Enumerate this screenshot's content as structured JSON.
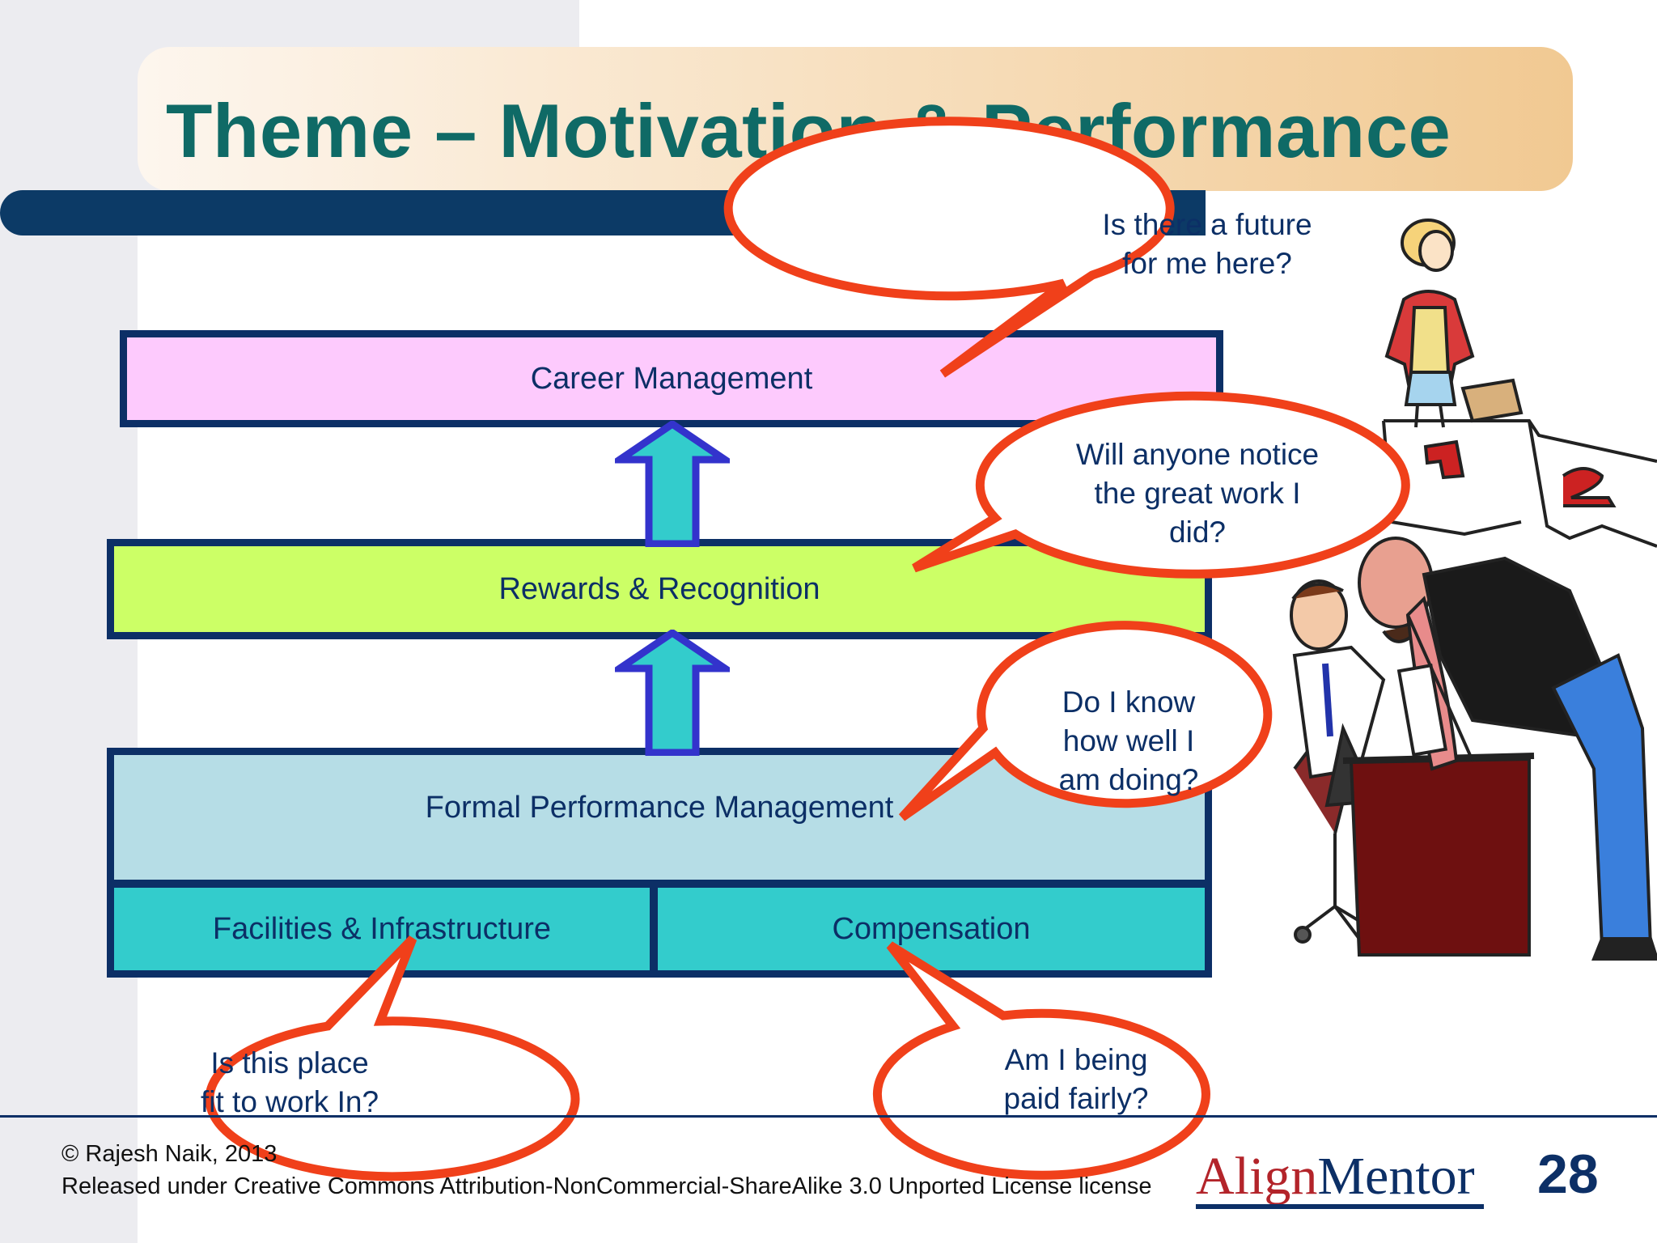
{
  "slide": {
    "title": "Theme – Motivation & Performance",
    "page_number": "28"
  },
  "layers": {
    "career": "Career Management",
    "rewards": "Rewards & Recognition",
    "formal": "Formal Performance Management",
    "facilities": "Facilities & Infrastructure",
    "compensation": "Compensation"
  },
  "bubbles": {
    "future": [
      "Is there a future",
      "for me here?"
    ],
    "notice": [
      "Will anyone notice",
      "the great work I",
      "did?"
    ],
    "doing": [
      "Do I know",
      "how well I",
      "am doing?"
    ],
    "place": [
      "Is this place",
      "fit to work In?"
    ],
    "paid": [
      "Am I being",
      "paid fairly?"
    ]
  },
  "footer": {
    "copyright": "© Rajesh Naik, 2013",
    "license": "Released under Creative Commons Attribution-NonCommercial-ShareAlike 3.0 Unported License license",
    "logo_part1": "Align",
    "logo_part2": "Mentor"
  },
  "colors": {
    "title_text": "#0f6a66",
    "navy": "#0c2f66",
    "bubble_outline": "#f0401a",
    "career_fill": "#fdcafd",
    "rewards_fill": "#ccff66",
    "formal_fill": "#b6dde6",
    "base_fill": "#33cccc",
    "arrow_fill": "#33cccc",
    "arrow_outline": "#3333cc"
  },
  "icons": [
    "up-arrow-icon",
    "podium-woman-illustration",
    "angry-boss-illustration"
  ]
}
